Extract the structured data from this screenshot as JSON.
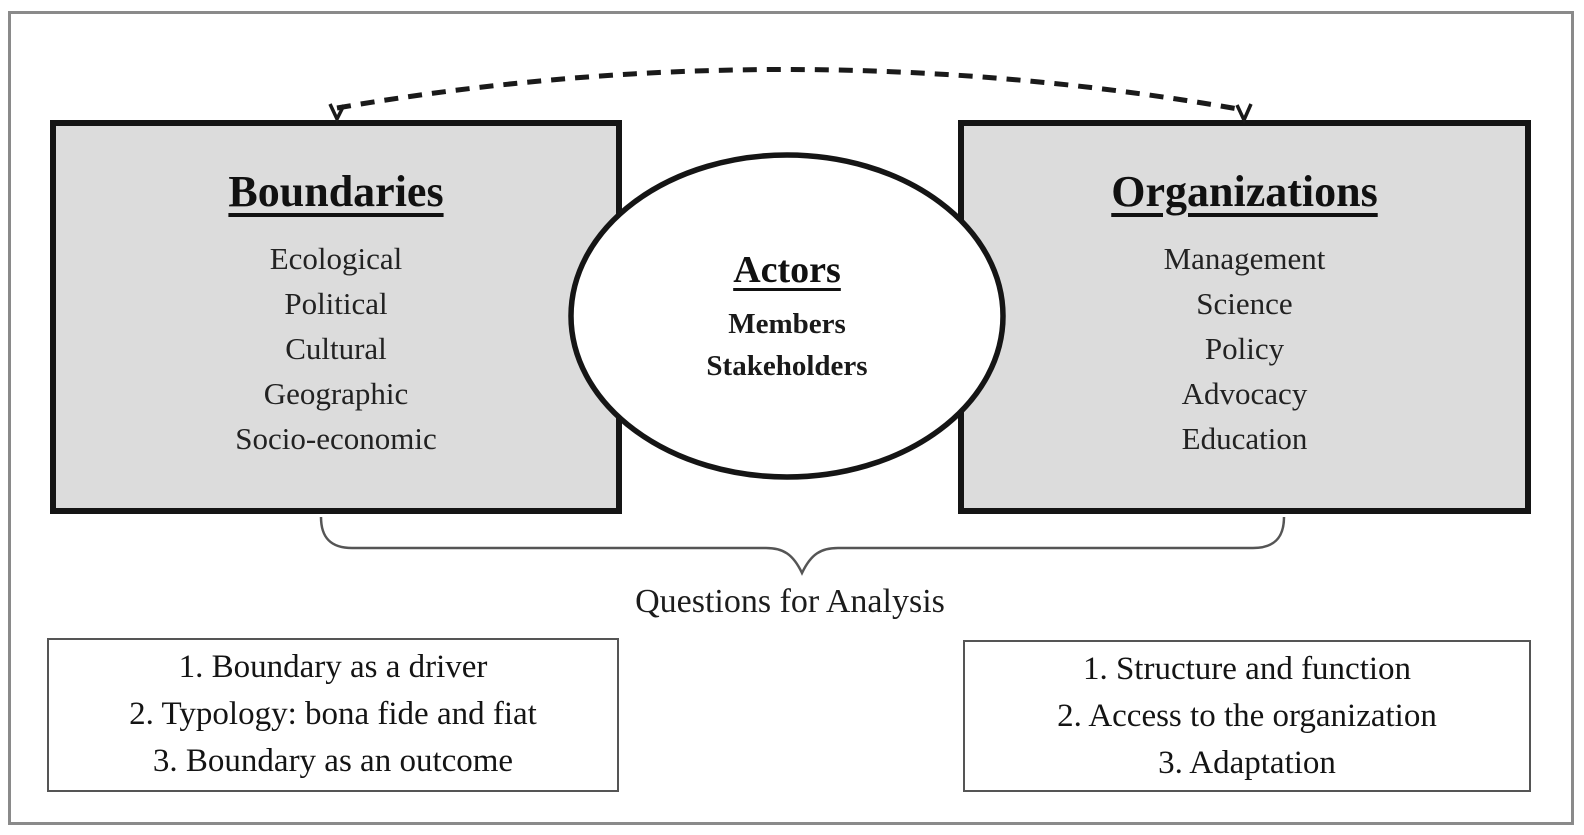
{
  "diagram": {
    "boundaries": {
      "title": "Boundaries",
      "items": [
        "Ecological",
        "Political",
        "Cultural",
        "Geographic",
        "Socio-economic"
      ]
    },
    "actors": {
      "title": "Actors",
      "items": [
        "Members",
        "Stakeholders"
      ]
    },
    "organizations": {
      "title": "Organizations",
      "items": [
        "Management",
        "Science",
        "Policy",
        "Advocacy",
        "Education"
      ]
    },
    "brace_label": "Questions for Analysis",
    "boundary_questions": {
      "items": [
        "1. Boundary as a driver",
        "2. Typology: bona fide and fiat",
        "3. Boundary as an outcome"
      ]
    },
    "organization_questions": {
      "items": [
        "1. Structure and function",
        "2. Access to the organization",
        "3. Adaptation"
      ]
    },
    "colors": {
      "box_fill": "#dcdcdc",
      "box_border": "#151515",
      "frame_border": "#8a8a8a",
      "brace": "#555555",
      "text": "#1c1c1c"
    }
  }
}
